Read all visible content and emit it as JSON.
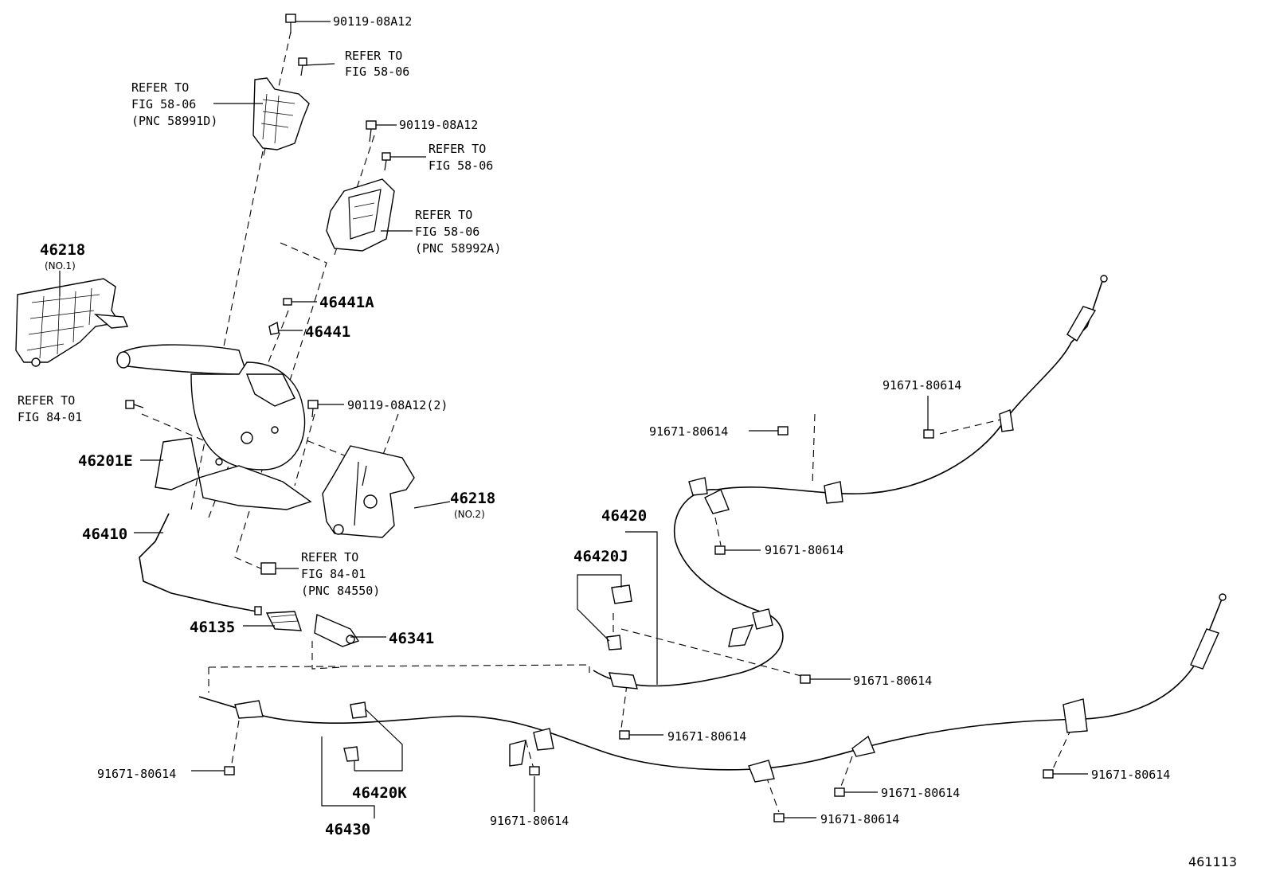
{
  "labels": {
    "p_90119_top": "90119-08A12",
    "refer_top_1": "REFER TO",
    "refer_top_2": "FIG 58-06",
    "refer_left_1": "REFER TO",
    "refer_left_2": "FIG 58-06",
    "refer_left_3": "(PNC 58991D)",
    "p_90119_mid": "90119-08A12",
    "refer_mid_1": "REFER TO",
    "refer_mid_2": "FIG 58-06",
    "refer_right_1": "REFER TO",
    "refer_right_2": "FIG 58-06",
    "refer_right_3": "(PNC 58992A)",
    "p_46218_a": "46218",
    "p_46218_a_sub": "(NO.1)",
    "p_46441A": "46441A",
    "p_46441": "46441",
    "refer_84_1": "REFER TO",
    "refer_84_2": "FIG 84-01",
    "p_90119_2": "90119-08A12(2)",
    "p_46201E": "46201E",
    "p_46218_b": "46218",
    "p_46218_b_sub": "(NO.2)",
    "p_46410": "46410",
    "refer_bot_1": "REFER TO",
    "refer_bot_2": "FIG 84-01",
    "refer_bot_3": "(PNC 84550)",
    "p_46135": "46135",
    "p_46341": "46341",
    "p_46420": "46420",
    "p_46420J": "46420J",
    "p_91671_a": "91671-80614",
    "p_91671_b": "91671-80614",
    "p_91671_c": "91671-80614",
    "p_91671_d": "91671-80614",
    "p_91671_e": "91671-80614",
    "p_91671_f": "91671-80614",
    "p_91671_g": "91671-80614",
    "p_91671_h": "91671-80614",
    "p_91671_i": "91671-80614",
    "p_91671_j": "91671-80614",
    "p_46420K": "46420K",
    "p_46430": "46430",
    "figure_number": "461113"
  }
}
